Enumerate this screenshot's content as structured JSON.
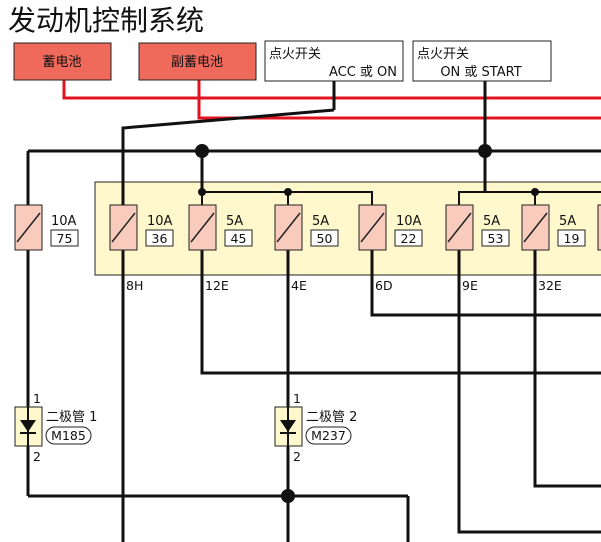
{
  "title": "发动机控制系统",
  "sources": {
    "battery": "蓄电池",
    "sub_battery": "副蓄电池",
    "ign_acc_line1": "点火开关",
    "ign_acc_line2": "ACC 或 ON",
    "ign_start_line1": "点火开关",
    "ign_start_line2": "ON 或 START"
  },
  "fuses": {
    "external": {
      "rating": "10A",
      "number": "75"
    },
    "box": [
      {
        "rating": "10A",
        "number": "36",
        "pin": "8H"
      },
      {
        "rating": "5A",
        "number": "45",
        "pin": "12E"
      },
      {
        "rating": "5A",
        "number": "50",
        "pin": "4E"
      },
      {
        "rating": "10A",
        "number": "22",
        "pin": "6D"
      },
      {
        "rating": "5A",
        "number": "53",
        "pin": "9E"
      },
      {
        "rating": "5A",
        "number": "19",
        "pin": "32E"
      }
    ]
  },
  "diodes": [
    {
      "name": "二极管 1",
      "code": "M185",
      "pin_top": "1",
      "pin_bottom": "2"
    },
    {
      "name": "二极管 2",
      "code": "M237",
      "pin_top": "1",
      "pin_bottom": "2"
    }
  ],
  "colors": {
    "battery_fill": "#f06a5c",
    "power_wire": "#e0141e",
    "wire": "#111111",
    "fuse_box_fill": "#fff8cc",
    "fuse_fill": "#f8cbbd",
    "diode_fill": "#fff8cc"
  }
}
